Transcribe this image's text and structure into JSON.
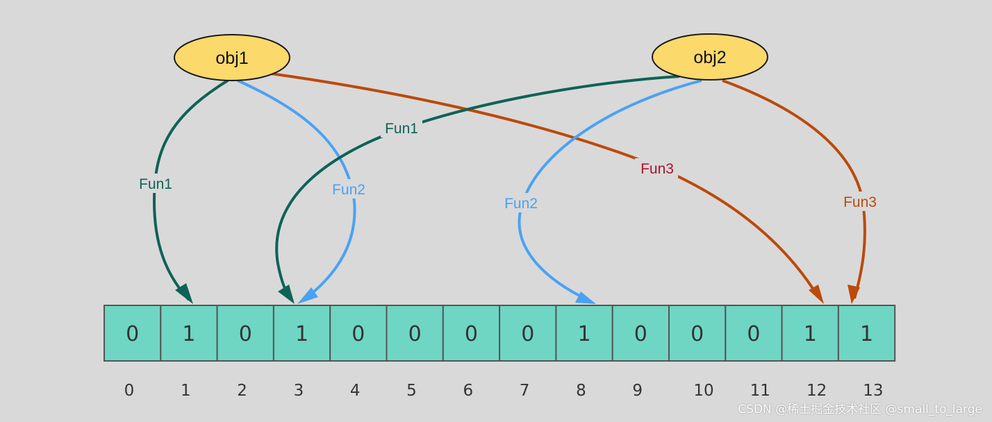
{
  "nodes": {
    "obj1": {
      "label": "obj1"
    },
    "obj2": {
      "label": "obj2"
    }
  },
  "edge_labels": {
    "obj1_fun1": "Fun1",
    "obj1_fun2": "Fun2",
    "obj1_fun3": "Fun3",
    "obj2_fun1": "Fun1",
    "obj2_fun2": "Fun2",
    "obj2_fun3": "Fun3"
  },
  "bit_array": {
    "bits": [
      "0",
      "1",
      "0",
      "1",
      "0",
      "0",
      "0",
      "0",
      "1",
      "0",
      "0",
      "0",
      "1",
      "1"
    ],
    "indices": [
      "0",
      "1",
      "2",
      "3",
      "4",
      "5",
      "6",
      "7",
      "8",
      "9",
      "10",
      "11",
      "12",
      "13"
    ]
  },
  "colors": {
    "fun1": "#0e6355",
    "fun2": "#4aa2f4",
    "fun3": "#bb4a0b",
    "fun3_label_obj1": "#b0102e",
    "node_fill": "#fbd96b",
    "cell_fill": "#6fd6c4"
  },
  "watermark": "CSDN @稀土掘金技术社区 @small_to_large"
}
